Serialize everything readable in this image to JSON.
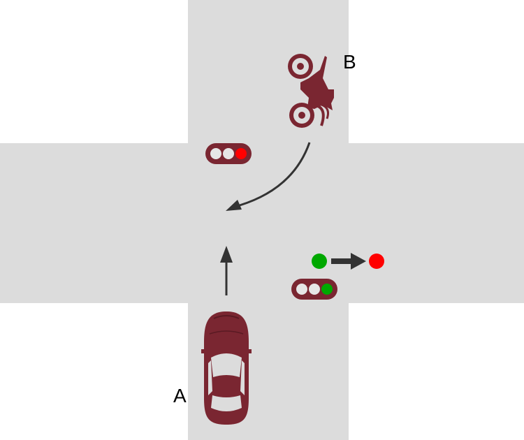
{
  "colors": {
    "road": "#dcdcdc",
    "vehicle": "#7a2631",
    "light_housing": "#7a2631",
    "light_off": "#e6e6e6",
    "red": "#ff0000",
    "green": "#00a800",
    "arrow": "#333333"
  },
  "vehicles": {
    "a": {
      "label": "A",
      "icon": "car-top-view-icon"
    },
    "b": {
      "label": "B",
      "icon": "motorcycle-icon"
    }
  },
  "traffic_lights": {
    "upper": {
      "lit": "red"
    },
    "lower": {
      "lit": "green"
    }
  },
  "signal_change": {
    "from": "green",
    "to": "red"
  }
}
